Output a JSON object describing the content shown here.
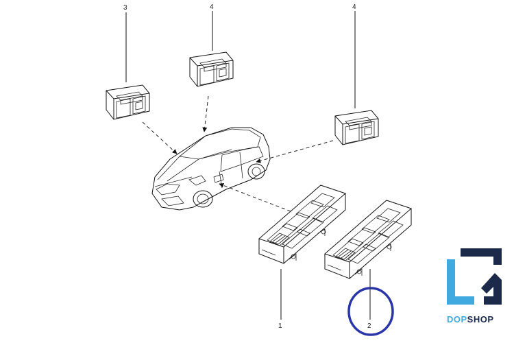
{
  "callouts": {
    "c3": "3",
    "c4a": "4",
    "c4b": "4",
    "c1": "1",
    "c2": "2"
  },
  "brand": {
    "part1": "DOP",
    "part2": "SHOP"
  },
  "colors": {
    "highlight": "#2a35a8",
    "brand_dark": "#1b2a4a",
    "brand_light": "#3fa9e0"
  }
}
